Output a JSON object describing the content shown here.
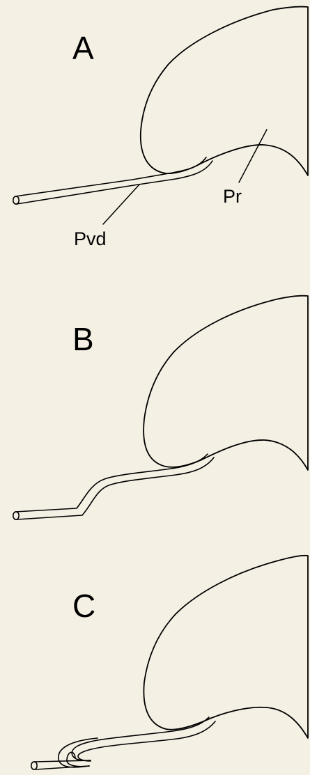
{
  "panels": [
    {
      "letter": "A",
      "labels": [
        {
          "text": "Pr"
        },
        {
          "text": "Pvd"
        }
      ]
    },
    {
      "letter": "B",
      "labels": []
    },
    {
      "letter": "C",
      "labels": []
    }
  ]
}
